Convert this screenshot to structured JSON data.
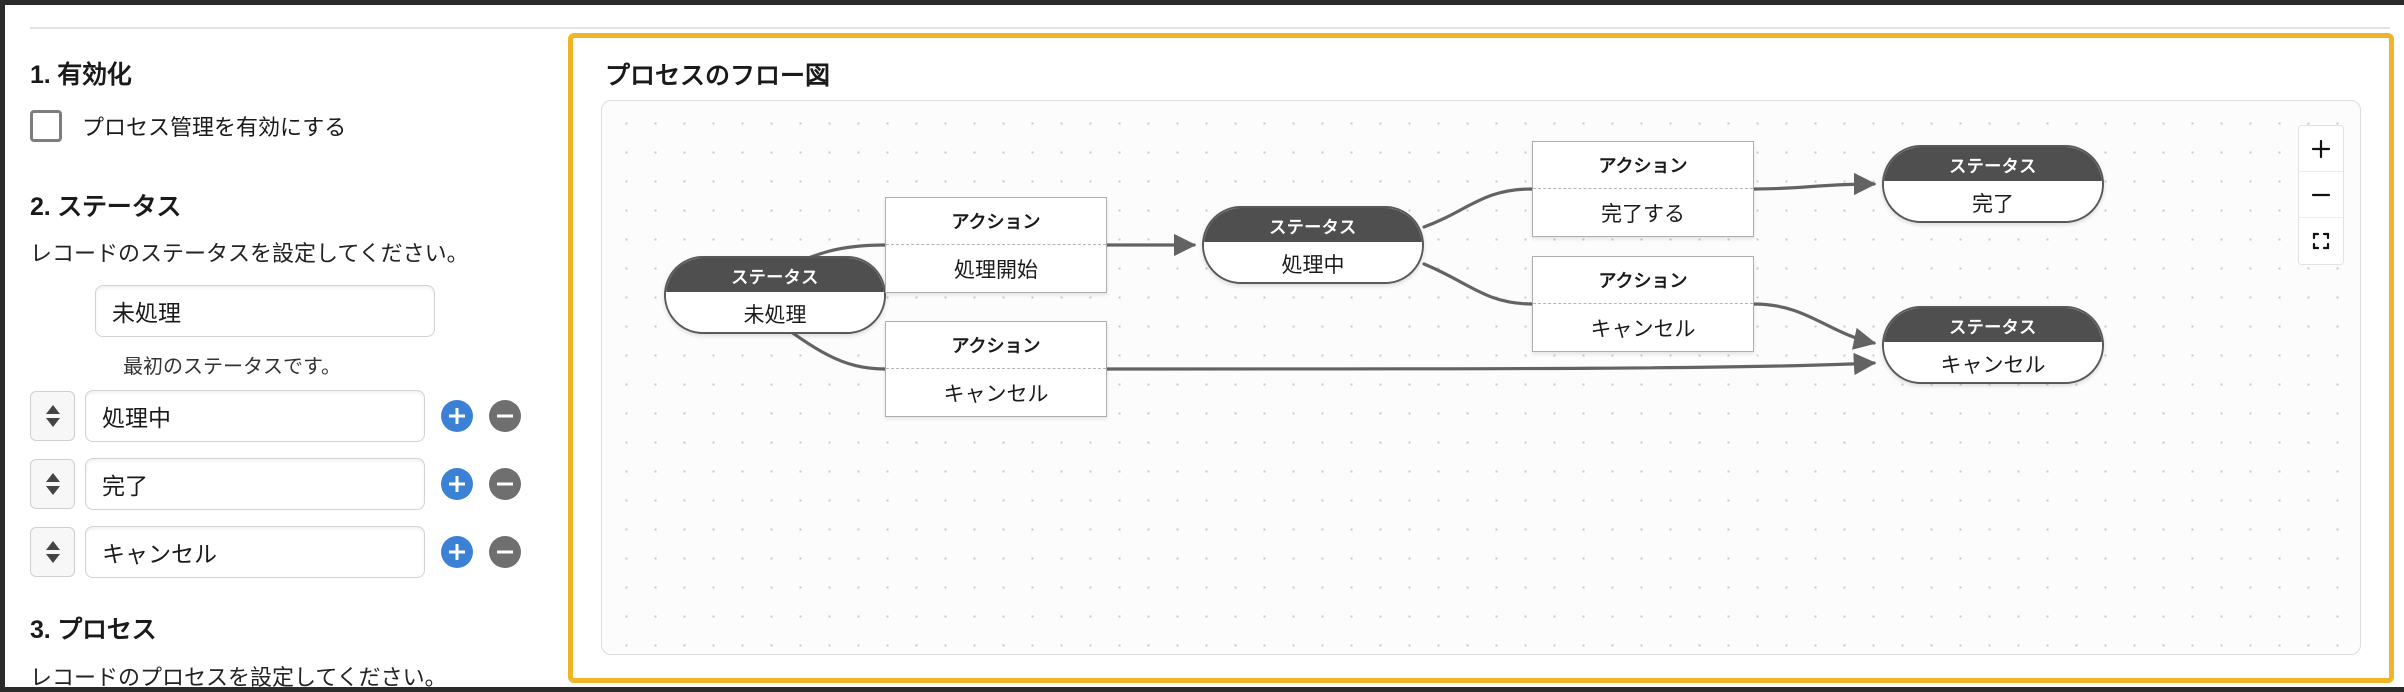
{
  "theme": {
    "accent_border": "#f0b429",
    "add_button": "#3b82d6",
    "remove_button": "#6f6f6f",
    "node_header": "#4f4f4f",
    "connector": "#636363"
  },
  "settings": {
    "section1": {
      "heading": "1. 有効化",
      "checkbox_label": "プロセス管理を有効にする",
      "checkbox_checked": false
    },
    "section2": {
      "heading": "2. ステータス",
      "description": "レコードのステータスを設定してください。",
      "first_status_note": "最初のステータスです。",
      "rows": [
        {
          "value": "未処理",
          "has_handle": false,
          "has_buttons": false
        },
        {
          "value": "処理中",
          "has_handle": true,
          "has_buttons": true
        },
        {
          "value": "完了",
          "has_handle": true,
          "has_buttons": true
        },
        {
          "value": "キャンセル",
          "has_handle": true,
          "has_buttons": true
        }
      ],
      "add_label": "+",
      "remove_label": "−"
    },
    "section3": {
      "heading": "3. プロセス",
      "description": "レコードのプロセスを設定してください。"
    }
  },
  "flow": {
    "title": "プロセスのフロー図",
    "zoom_controls": [
      {
        "name": "zoom-in",
        "glyph": "+"
      },
      {
        "name": "zoom-out",
        "glyph": "−"
      },
      {
        "name": "fit-to-screen",
        "glyph": "⛶"
      }
    ],
    "labels": {
      "status": "ステータス",
      "action": "アクション"
    },
    "nodes": [
      {
        "id": "s-mishori",
        "type": "status",
        "kind_label": "ステータス",
        "name": "未処理"
      },
      {
        "id": "a-kaishi",
        "type": "action",
        "kind_label": "アクション",
        "name": "処理開始"
      },
      {
        "id": "s-shorichu",
        "type": "status",
        "kind_label": "ステータス",
        "name": "処理中"
      },
      {
        "id": "a-kanryo",
        "type": "action",
        "kind_label": "アクション",
        "name": "完了する"
      },
      {
        "id": "s-kanryo",
        "type": "status",
        "kind_label": "ステータス",
        "name": "完了"
      },
      {
        "id": "a-cancel2",
        "type": "action",
        "kind_label": "アクション",
        "name": "キャンセル"
      },
      {
        "id": "s-cancel",
        "type": "status",
        "kind_label": "ステータス",
        "name": "キャンセル"
      },
      {
        "id": "a-cancel1",
        "type": "action",
        "kind_label": "アクション",
        "name": "キャンセル"
      }
    ],
    "edges": [
      {
        "from": "s-mishori",
        "to": "a-kaishi"
      },
      {
        "from": "a-kaishi",
        "to": "s-shorichu",
        "arrow": true
      },
      {
        "from": "s-shorichu",
        "to": "a-kanryo"
      },
      {
        "from": "a-kanryo",
        "to": "s-kanryo",
        "arrow": true
      },
      {
        "from": "s-shorichu",
        "to": "a-cancel2"
      },
      {
        "from": "a-cancel2",
        "to": "s-cancel",
        "arrow": true
      },
      {
        "from": "s-mishori",
        "to": "a-cancel1"
      },
      {
        "from": "a-cancel1",
        "to": "s-cancel",
        "arrow": true
      }
    ]
  }
}
